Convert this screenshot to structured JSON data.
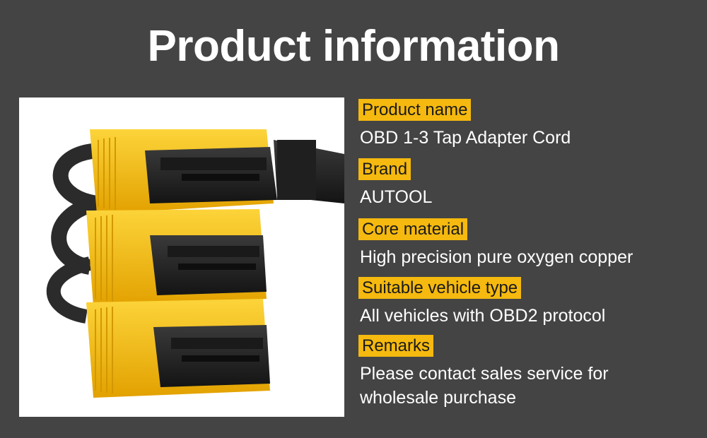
{
  "header": {
    "title": "Product information"
  },
  "product_image": {
    "icon": "obd-splitter-cable-photo",
    "connector_color": "#f5b90f"
  },
  "specs": [
    {
      "label": "Product name",
      "value": "OBD 1-3 Tap Adapter Cord"
    },
    {
      "label": "Brand",
      "value": "AUTOOL"
    },
    {
      "label": "Core material",
      "value": "High precision pure oxygen copper"
    },
    {
      "label": "Suitable vehicle type",
      "value": "All vehicles with OBD2 protocol"
    },
    {
      "label": "Remarks",
      "value": "Please contact sales service for wholesale purchase"
    }
  ],
  "colors": {
    "background": "#444444",
    "label_bg": "#f5b90f",
    "text": "#ffffff"
  }
}
